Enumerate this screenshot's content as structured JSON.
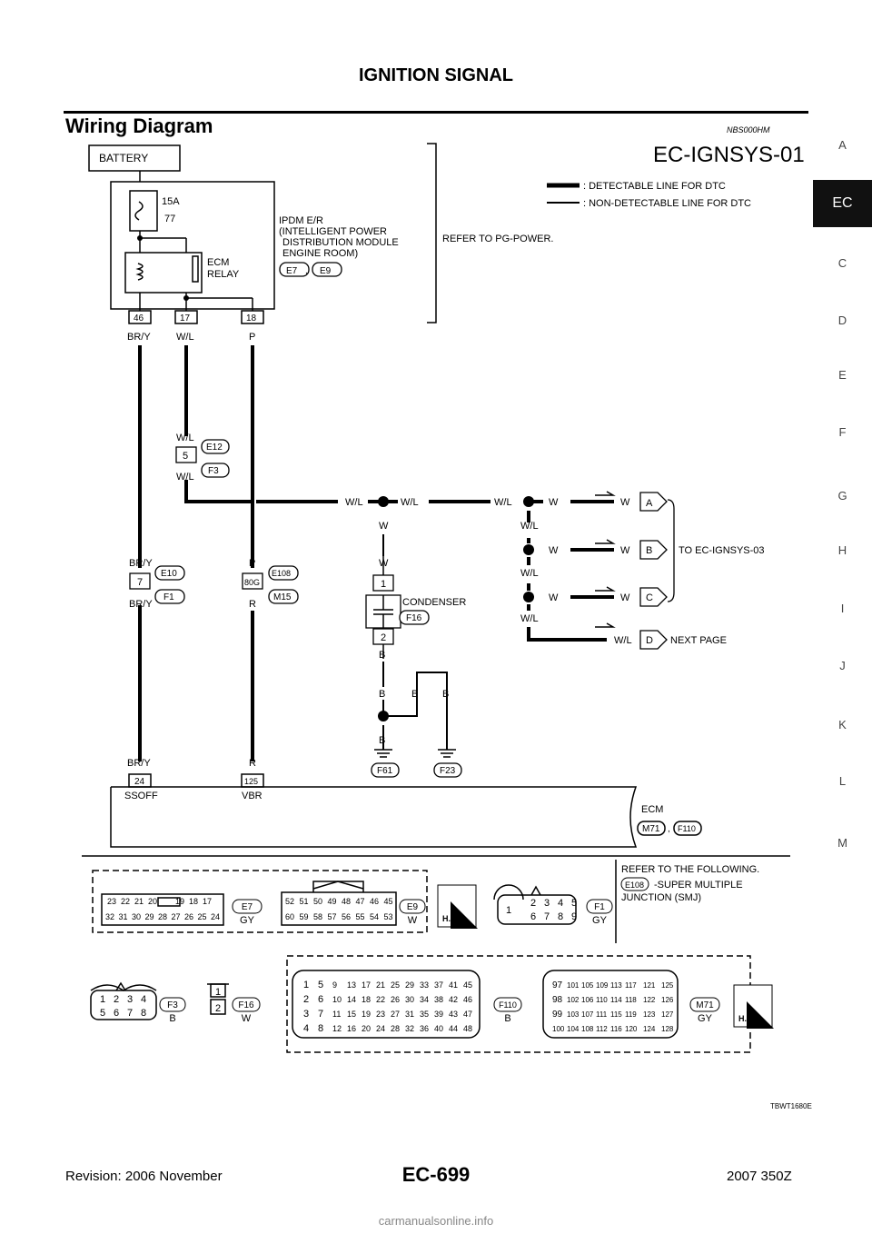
{
  "header": {
    "title": "IGNITION SIGNAL"
  },
  "section": {
    "title": "Wiring Diagram",
    "code": "NBS000HM"
  },
  "side_tabs": [
    "A",
    "EC",
    "C",
    "D",
    "E",
    "F",
    "G",
    "H",
    "I",
    "J",
    "K",
    "L",
    "M"
  ],
  "active_tab": "EC",
  "diagram": {
    "id": "EC-IGNSYS-01",
    "legend": {
      "detectable": ": DETECTABLE LINE FOR DTC",
      "nondetectable": ": NON-DETECTABLE LINE FOR DTC"
    },
    "battery": "BATTERY",
    "fuse_amp": "15A",
    "fuse_no": "77",
    "ipdm": [
      "IPDM E/R",
      "(INTELLIGENT POWER",
      "DISTRIBUTION MODULE",
      "ENGINE ROOM)"
    ],
    "ipdm_connectors": [
      "E7",
      "E9"
    ],
    "refer_pg": "REFER TO PG-POWER.",
    "relay": [
      "ECM",
      "RELAY"
    ],
    "ipdm_pins": [
      "46",
      "17",
      "18"
    ],
    "wire_colors": {
      "bry": "BR/Y",
      "wl": "W/L",
      "p": "P",
      "w": "W",
      "r": "R",
      "b": "B"
    },
    "joint_pin": "5",
    "joint_conn": [
      "E12",
      "F3"
    ],
    "conn7": "7",
    "conn7_ids": [
      "E10",
      "F1"
    ],
    "conn80": "80G",
    "conn80_ids": [
      "E108",
      "M15"
    ],
    "condenser": "CONDENSER",
    "condenser_conn": "F16",
    "condenser_pins": [
      "1",
      "2"
    ],
    "outputs": [
      "A",
      "B",
      "C",
      "D"
    ],
    "to_ignsys03": "TO EC-IGNSYS-03",
    "next_page": "NEXT PAGE",
    "grounds": [
      "F61",
      "F23"
    ],
    "ecm_pins": [
      "24",
      "125"
    ],
    "ecm_terms": [
      "SSOFF",
      "VBR"
    ],
    "ecm": "ECM",
    "ecm_conn": [
      "M71",
      "F110"
    ],
    "refer_following": "REFER TO THE FOLLOWING.",
    "smj": [
      "-SUPER MULTIPLE",
      "JUNCTION (SMJ)"
    ],
    "conn_e7": {
      "id": "E7",
      "color": "GY",
      "row1": [
        "23",
        "22",
        "21",
        "20",
        "",
        "19",
        "18",
        "17"
      ],
      "row2": [
        "32",
        "31",
        "30",
        "29",
        "28",
        "27",
        "26",
        "25",
        "24"
      ]
    },
    "conn_e9": {
      "id": "E9",
      "color": "W",
      "row1": [
        "52",
        "51",
        "50",
        "49",
        "48",
        "47",
        "46",
        "45"
      ],
      "row2": [
        "60",
        "59",
        "58",
        "57",
        "56",
        "55",
        "54",
        "53"
      ]
    },
    "conn_f1": {
      "id": "F1",
      "color": "GY",
      "pins": [
        "1",
        "2",
        "3",
        "4",
        "5",
        "6",
        "7",
        "8",
        "9"
      ]
    },
    "conn_f3": {
      "id": "F3",
      "color": "B",
      "pins": [
        "1",
        "2",
        "3",
        "4",
        "5",
        "6",
        "7",
        "8"
      ]
    },
    "conn_f16": {
      "id": "F16",
      "color": "W",
      "pins": [
        "1",
        "2"
      ]
    },
    "conn_f110": {
      "id": "F110",
      "color": "B",
      "rows": [
        [
          "1",
          "5",
          "9",
          "13",
          "17",
          "21",
          "25",
          "29",
          "33",
          "37",
          "41",
          "45"
        ],
        [
          "2",
          "6",
          "10",
          "14",
          "18",
          "22",
          "26",
          "30",
          "34",
          "38",
          "42",
          "46"
        ],
        [
          "3",
          "7",
          "11",
          "15",
          "19",
          "23",
          "27",
          "31",
          "35",
          "39",
          "43",
          "47"
        ],
        [
          "4",
          "8",
          "12",
          "16",
          "20",
          "24",
          "28",
          "32",
          "36",
          "40",
          "44",
          "48"
        ]
      ]
    },
    "conn_m71": {
      "id": "M71",
      "color": "GY",
      "rows": [
        [
          "97",
          "101",
          "105",
          "109",
          "113",
          "117",
          "121",
          "125"
        ],
        [
          "98",
          "102",
          "106",
          "110",
          "114",
          "118",
          "122",
          "126"
        ],
        [
          "99",
          "103",
          "107",
          "111",
          "115",
          "119",
          "123",
          "127"
        ],
        [
          "100",
          "104",
          "108",
          "112",
          "116",
          "120",
          "124",
          "128"
        ]
      ]
    },
    "hs": "H.S.",
    "figure_code": "TBWT1680E"
  },
  "footer": {
    "revision": "Revision: 2006 November",
    "page": "EC-699",
    "model": "2007 350Z"
  },
  "watermark": "carmanualsonline.info"
}
